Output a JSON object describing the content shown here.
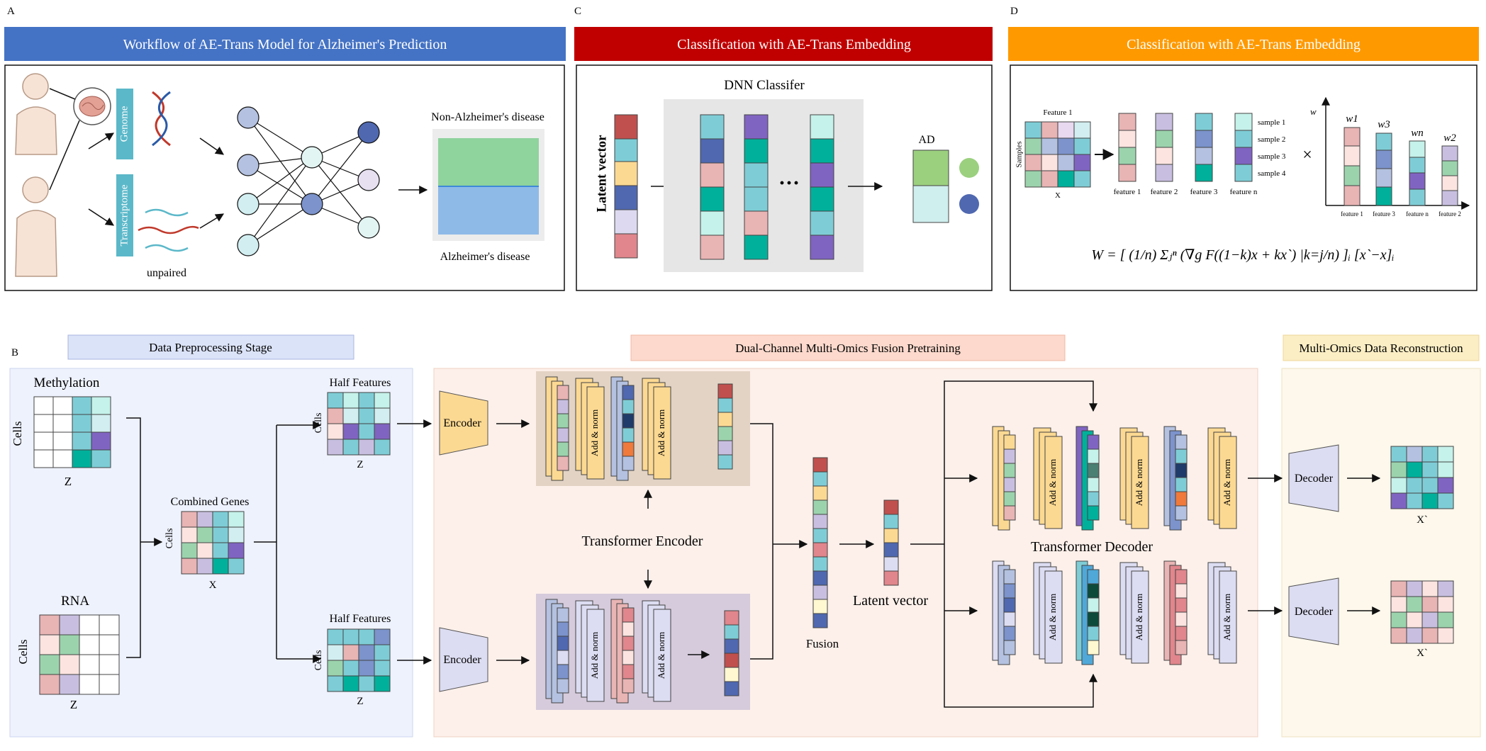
{
  "panelA": {
    "letter": "A",
    "header": "Workflow of AE-Trans Model for Alzheimer's Prediction",
    "header_color": "#4472C4",
    "genome_label": "Genome",
    "transcriptome_label": "Transcriptome",
    "unpaired_label": "unpaired",
    "non_ad_label": "Non-Alzheimer's disease",
    "ad_label": "Alzheimer's disease"
  },
  "panelC": {
    "letter": "C",
    "header": "Classification with AE-Trans Embedding",
    "header_color": "#C00000",
    "dnn_title": "DNN Classifer",
    "latent_label": "Latent vector",
    "ellipsis": "···",
    "ad_label": "AD"
  },
  "panelD": {
    "letter": "D",
    "header": "Classification with AE-Trans Embedding",
    "header_color": "#FF9900",
    "feature1_label": "Feature 1",
    "samples_label": "Samples",
    "x_label": "X",
    "sample_labels": [
      "sample 1",
      "sample 2",
      "sample 3",
      "sample 4"
    ],
    "feature_labels": [
      "feature 1",
      "feature 2",
      "feature 3",
      "feature n"
    ],
    "times_sign": "×",
    "w_axis_label": "w",
    "bar_labels": [
      "w1",
      "w3",
      "wn",
      "w2"
    ],
    "bar_feature_labels": [
      "feature 1",
      "feature 3",
      "feature n",
      "feature 2"
    ],
    "formula": "W = [ (1/n) Σⱼⁿ (∇g F((1−k)x + kx`) |k=j/n) ]ᵢ [x`−x]ᵢ"
  },
  "panelB": {
    "letter": "B",
    "stage1_label": "Data Preprocessing Stage",
    "stage2_label": "Dual-Channel Multi-Omics Fusion Pretraining",
    "stage3_label": "Multi-Omics Data Reconstruction",
    "methylation_label": "Methylation",
    "rna_label": "RNA",
    "cells_label": "Cells",
    "z_label": "Z",
    "x_label": "X",
    "combined_label": "Combined Genes",
    "half_features_label": "Half Features",
    "encoder_label": "Encoder",
    "add_norm_label": "Add & norm",
    "transformer_encoder_label": "Transformer Encoder",
    "fusion_label": "Fusion",
    "latent_label": "Latent vector",
    "transformer_decoder_label": "Transformer Decoder",
    "decoder_label": "Decoder",
    "xprime_label": "X`"
  }
}
